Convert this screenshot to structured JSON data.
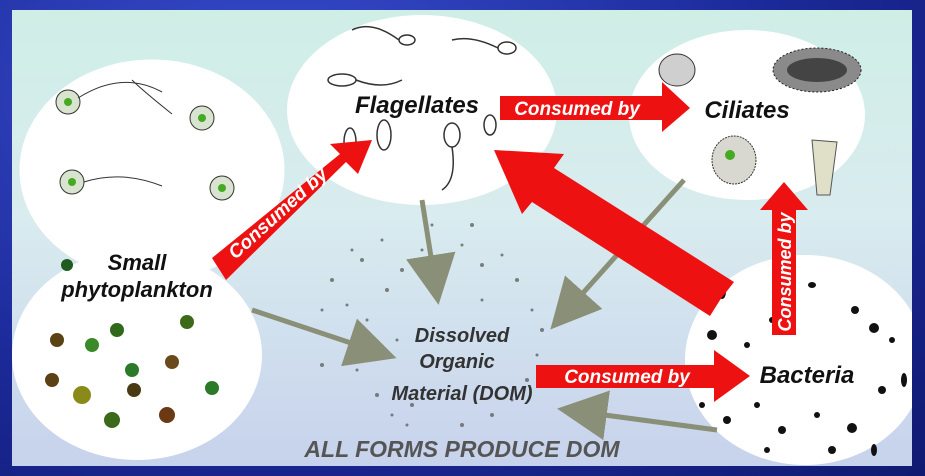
{
  "nodes": {
    "small_phytoplankton": {
      "line1": "Small",
      "line2": "phytoplankton"
    },
    "flagellates": {
      "label": "Flagellates"
    },
    "ciliates": {
      "label": "Ciliates"
    },
    "bacteria": {
      "label": "Bacteria"
    },
    "dom": {
      "line1": "Dissolved",
      "line2": "Organic",
      "line3": "Material (DOM)"
    }
  },
  "edges": {
    "phyto_to_flag": "Consumed by",
    "flag_to_cil": "Consumed by",
    "bact_to_cil": "Consumed by",
    "dom_to_bact": "Consumed by"
  },
  "footer": "ALL FORMS PRODUCE DOM",
  "colors": {
    "arrow_red": "#ee1111",
    "arrow_gray": "#8a8f78",
    "panel_top": "#cfeee6",
    "frame": "#1c2a9a"
  }
}
